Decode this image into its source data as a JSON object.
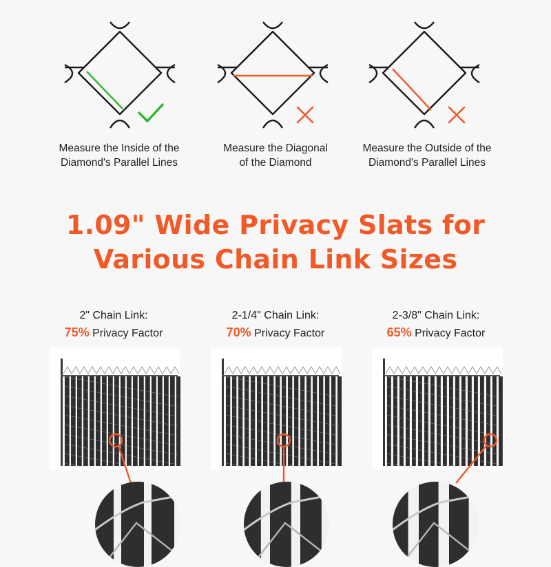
{
  "measure": [
    {
      "caption_1": "Measure the Inside of the",
      "caption_2": "Diamond's Parallel Lines",
      "result_icon": "checkmark-icon",
      "line_color": "#2db82d"
    },
    {
      "caption_1": "Measure the Diagonal",
      "caption_2": "of the Diamond",
      "result_icon": "x-mark-icon",
      "line_color": "#f05a28"
    },
    {
      "caption_1": "Measure the Outside of the",
      "caption_2": "Diamond's Parallel Lines",
      "result_icon": "x-mark-icon",
      "line_color": "#f05a28"
    }
  ],
  "headline": {
    "line_1": "1.09\" Wide Privacy Slats for",
    "line_2": "Various Chain Link Sizes"
  },
  "sizes": [
    {
      "link": "2\" Chain Link:",
      "percent": "75%",
      "suffix": "Privacy Factor",
      "privacy": 0.75
    },
    {
      "link": "2-1/4\" Chain Link:",
      "percent": "70%",
      "suffix": "Privacy Factor",
      "privacy": 0.7
    },
    {
      "link": "2-3/8\" Chain Link:",
      "percent": "65%",
      "suffix": "Privacy Factor",
      "privacy": 0.65
    }
  ],
  "colors": {
    "accent": "#f05a28",
    "check": "#2db82d",
    "slat": "#2e2e2e",
    "wire": "#9a9a9a"
  }
}
